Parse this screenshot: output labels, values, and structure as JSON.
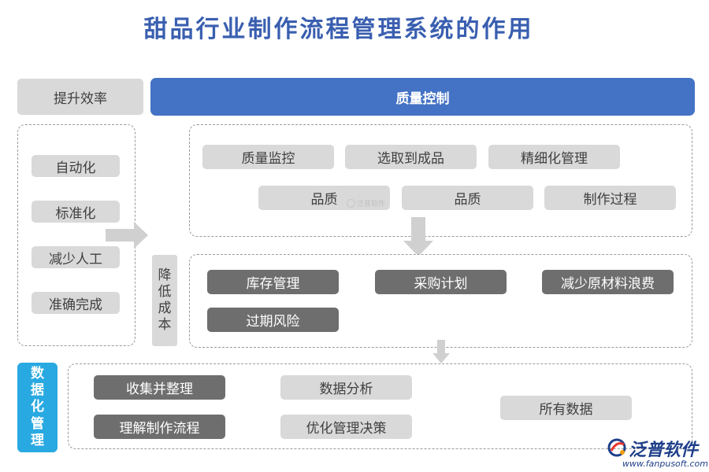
{
  "title": "甜品行业制作流程管理系统的作用",
  "colors": {
    "title": "#3a5fb0",
    "header_bar": "#4472c4",
    "side_label": "#29a9e1",
    "light_pill": "#d9d9d9",
    "dark_pill": "#6e6e6e",
    "arrow": "#d0d0d0"
  },
  "left_panel": {
    "header": "提升效率",
    "items": [
      "自动化",
      "标准化",
      "减少人工",
      "准确完成"
    ]
  },
  "cost_label": [
    "降",
    "低",
    "成",
    "本"
  ],
  "quality": {
    "header": "质量控制",
    "row1": [
      "质量监控",
      "选取到成品",
      "精细化管理"
    ],
    "row2": [
      "品质",
      "品质",
      "制作过程"
    ]
  },
  "cost": {
    "row1": [
      "库存管理",
      "采购计划",
      "减少原材料浪费"
    ],
    "row2": [
      "过期风险"
    ]
  },
  "data_mgmt": {
    "label": [
      "数",
      "据",
      "化",
      "管",
      "理"
    ],
    "col1": [
      "收集并整理",
      "理解制作流程"
    ],
    "col2": [
      "数据分析",
      "优化管理决策"
    ],
    "col3": [
      "所有数据"
    ]
  },
  "watermark": {
    "small": "泛普软件",
    "brand": "泛普软件",
    "url": "www.fanpusoft.com"
  }
}
